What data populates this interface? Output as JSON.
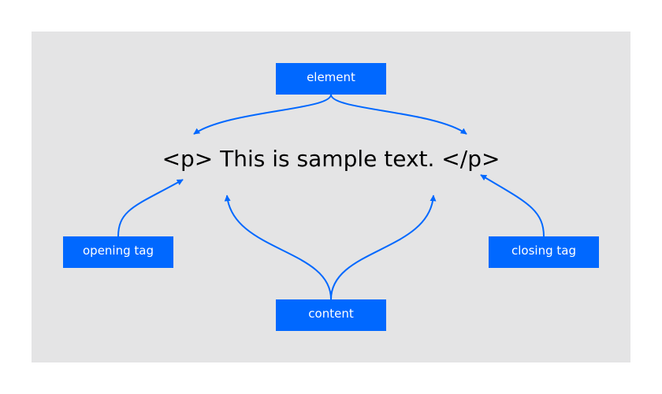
{
  "colors": {
    "panel": "#e4e4e5",
    "accent": "#0068ff",
    "label_text": "#ffffff",
    "code_text": "#000000"
  },
  "code": {
    "text": "<p> This is sample text. </p>"
  },
  "labels": {
    "element": "element",
    "opening_tag": "opening tag",
    "closing_tag": "closing tag",
    "content": "content"
  }
}
